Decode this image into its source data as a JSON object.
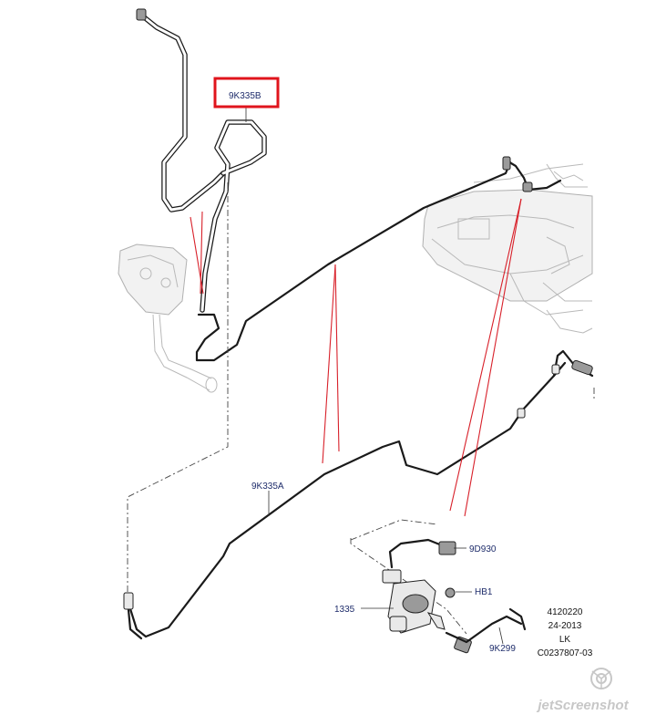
{
  "callouts": {
    "highlight": "9K335B",
    "pipe_lower": "9K335A",
    "sensor": "9D930",
    "bolt": "HB1",
    "cylinder": "1335",
    "hose": "9K299"
  },
  "reference_block": {
    "line1": "4120220",
    "line2": "24-2013",
    "line3": "LK",
    "line4": "C0237807-03"
  },
  "watermark": {
    "text": "jetScreenshot",
    "icon": "camera-lens-icon"
  },
  "colors": {
    "highlight_box": "#e0141c",
    "callout_text": "#1f2d6b",
    "leader_red": "#d8202a"
  }
}
